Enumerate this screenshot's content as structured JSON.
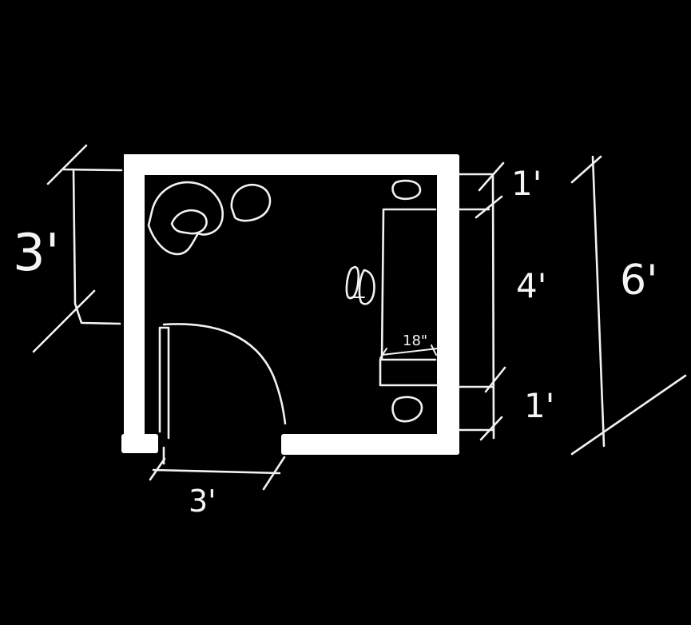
{
  "colors": {
    "background": "#000000",
    "walls": "#ffffff",
    "sketch": "#f2f2f2"
  },
  "icons": {
    "plant": "plant-icon",
    "pot": "round-pot-icon",
    "chair": "chair-icon",
    "stool": "stool-icon"
  },
  "dimensions": {
    "left_wall_opening": "3'",
    "door_width": "3'",
    "right_top_clearance": "1'",
    "desk_length": "4'",
    "right_bottom_clearance": "1'",
    "total_right_wall": "6'",
    "desk_depth": "18\""
  }
}
